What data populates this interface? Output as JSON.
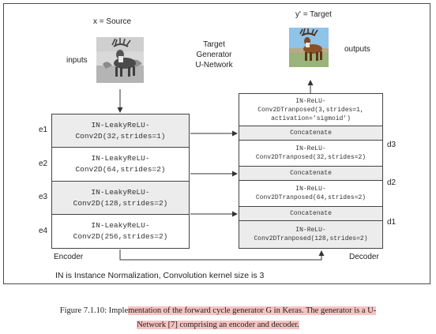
{
  "source_label": "x = Source",
  "target_label": "y' = Target",
  "inputs_label": "inputs",
  "outputs_label": "outputs",
  "center_title": [
    "Target",
    "Generator",
    "U-Network"
  ],
  "encoder": {
    "label": "Encoder",
    "layers": [
      {
        "tag": "e1",
        "line1": "IN-LeakyReLU-",
        "line2": "Conv2D(32,strides=1)"
      },
      {
        "tag": "e2",
        "line1": "IN-LeakyReLU-",
        "line2": "Conv2D(64,strides=2)"
      },
      {
        "tag": "e3",
        "line1": "IN-LeakyReLU-",
        "line2": "Conv2D(128,strides=2)"
      },
      {
        "tag": "e4",
        "line1": "IN-LeakyReLU-",
        "line2": "Conv2D(256,strides=2)"
      }
    ]
  },
  "decoder": {
    "label": "Decoder",
    "output_layer": [
      "IN-ReLU-",
      "Conv2DTranposed(3,strides=1,",
      "activation='sigmoid')"
    ],
    "concat_label": "Concatenate",
    "layers": [
      {
        "tag": "d3",
        "line1": "IN-ReLU-",
        "line2": "Conv2DTranposed(32,strides=2)"
      },
      {
        "tag": "d2",
        "line1": "IN-ReLU-",
        "line2": "Conv2DTranposed(64,strides=2)"
      },
      {
        "tag": "d1",
        "line1": "IN-ReLU-",
        "line2": "Conv2DTranposed(128,strides=2)"
      }
    ]
  },
  "footnote": "IN is Instance Normalization, Convolution kernel size is 3",
  "caption": {
    "part1": "Figure 7.1.10: Imple",
    "part2": "mentation of the forward cycle generator G in Keras. The generator is a U-",
    "part3": "Network [7] comprising an encoder and decoder."
  }
}
